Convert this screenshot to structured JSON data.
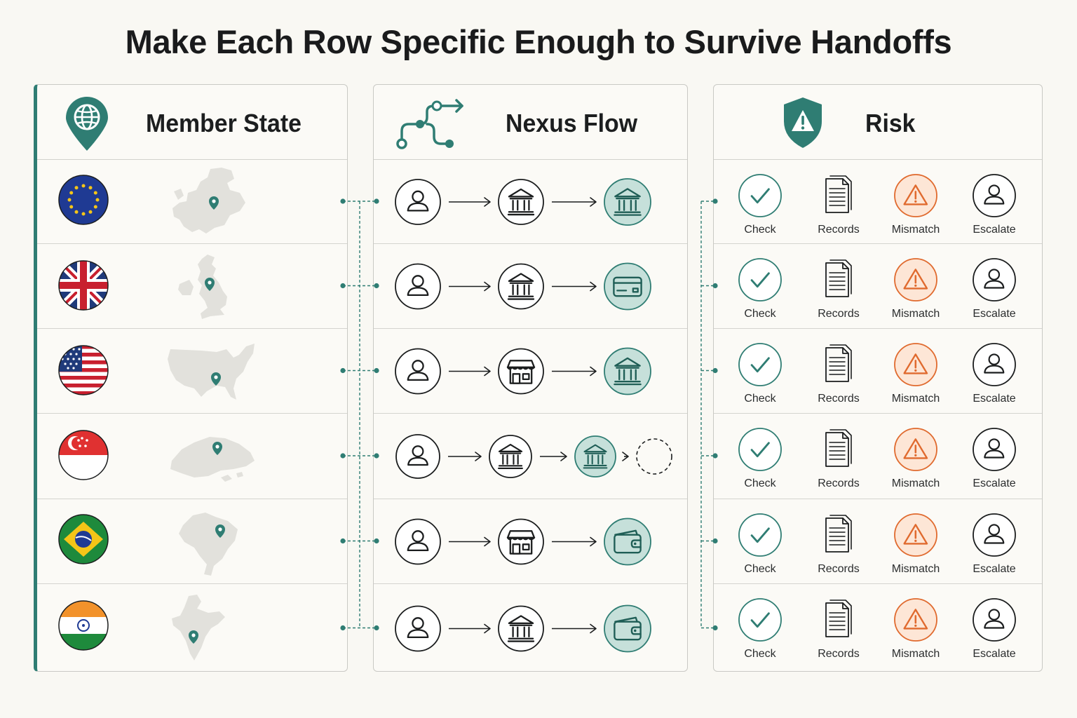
{
  "title": "Make Each Row Specific Enough to Survive Handoffs",
  "colors": {
    "teal": "#2f7d73",
    "teal_fill": "#c6e0da",
    "orange": "#e06a2e",
    "orange_fill": "#fde6d6"
  },
  "member_panel": {
    "title": "Member State",
    "icon": "globe-pin-icon"
  },
  "nexus_panel": {
    "title": "Nexus Flow",
    "icon": "branch-flow-icon"
  },
  "risk_panel": {
    "title": "Risk",
    "icon": "shield-warning-icon",
    "labels": {
      "check": "Check",
      "records": "Records",
      "mismatch": "Mismatch",
      "escalate": "Escalate"
    }
  },
  "rows": [
    {
      "flag": "eu-flag-icon",
      "map": "europe-map-icon",
      "flow": [
        "person-icon",
        "bank-icon",
        "bank-icon"
      ]
    },
    {
      "flag": "uk-flag-icon",
      "map": "uk-map-icon",
      "flow": [
        "person-icon",
        "bank-icon",
        "card-icon"
      ]
    },
    {
      "flag": "us-flag-icon",
      "map": "usa-map-icon",
      "flow": [
        "person-icon",
        "store-icon",
        "bank-icon"
      ]
    },
    {
      "flag": "singapore-flag-icon",
      "map": "singapore-map-icon",
      "flow": [
        "person-icon",
        "bank-icon",
        "bank-icon",
        "dashed-placeholder-icon"
      ]
    },
    {
      "flag": "brazil-flag-icon",
      "map": "brazil-map-icon",
      "flow": [
        "person-icon",
        "store-icon",
        "wallet-icon"
      ]
    },
    {
      "flag": "india-flag-icon",
      "map": "india-map-icon",
      "flow": [
        "person-icon",
        "bank-icon",
        "wallet-icon"
      ]
    }
  ]
}
